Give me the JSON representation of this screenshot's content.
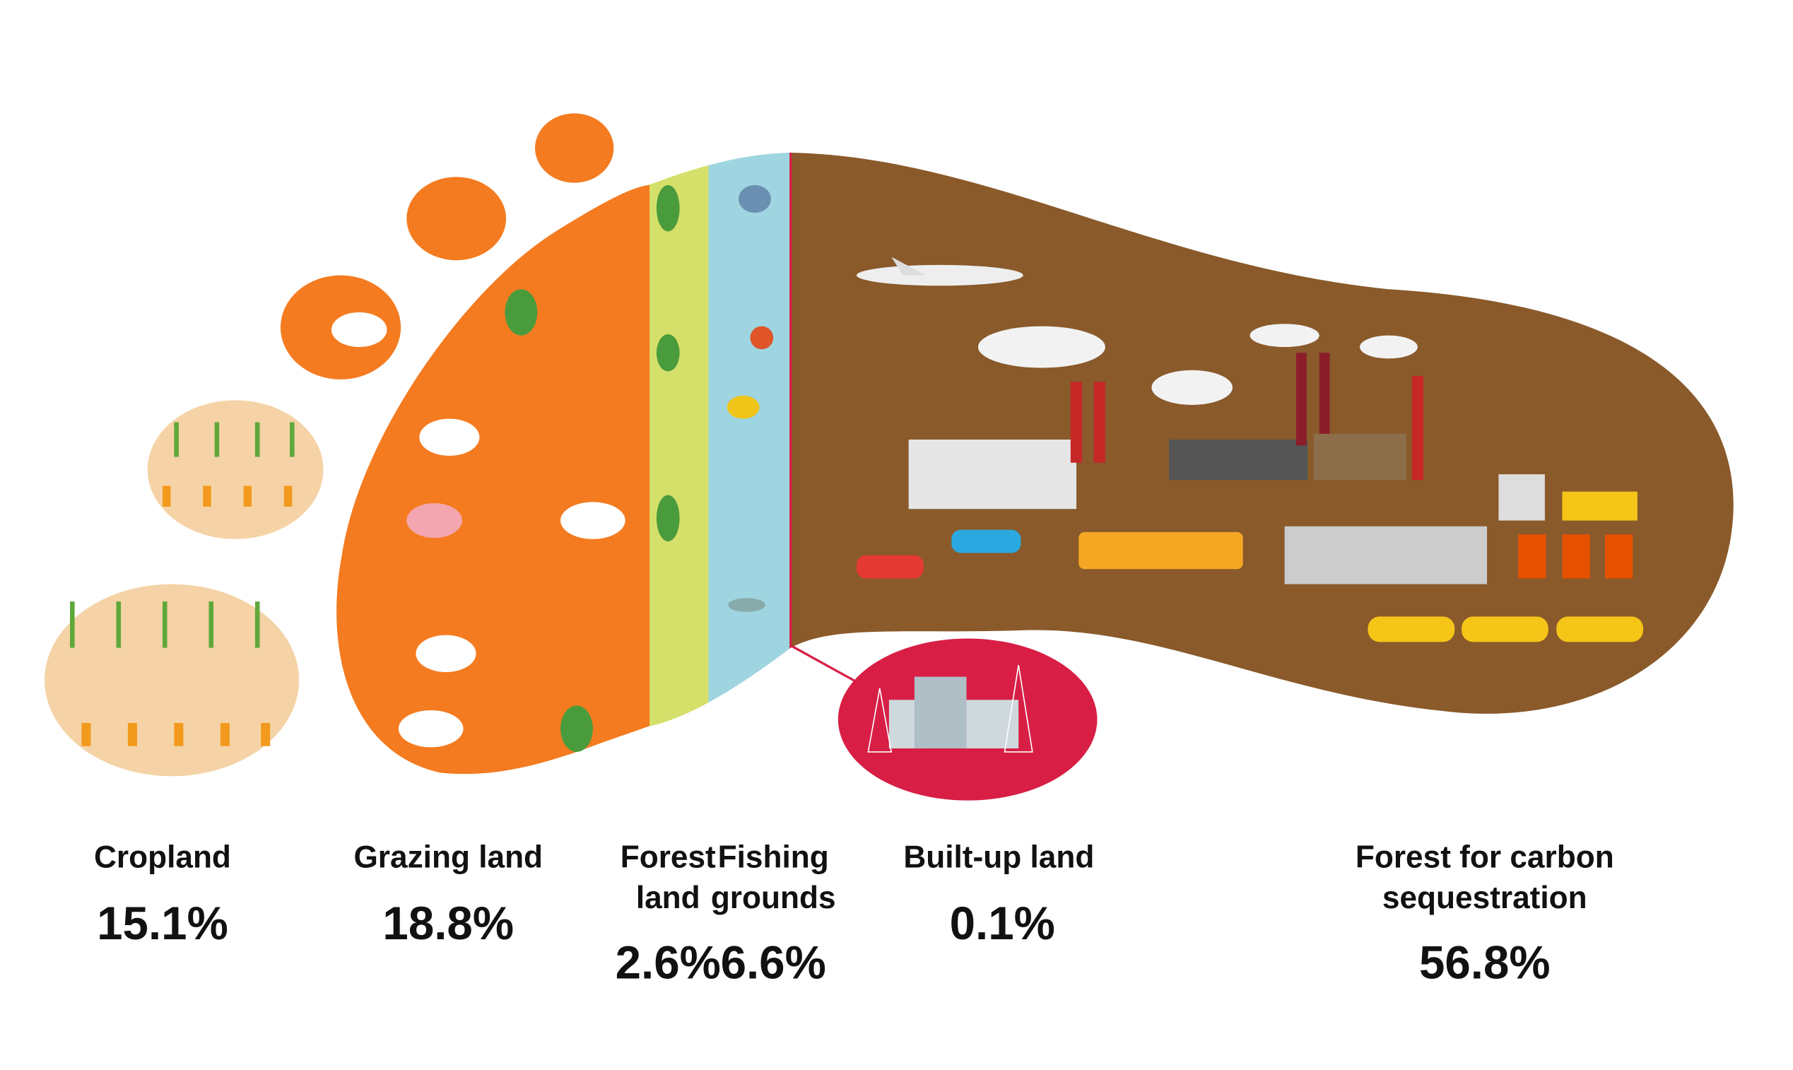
{
  "categories": [
    {
      "id": "cropland",
      "label_lines": [
        "Cropland"
      ],
      "value": "15.1%",
      "color": "#f5d3a6"
    },
    {
      "id": "grazing",
      "label_lines": [
        "Grazing land"
      ],
      "value": "18.8%",
      "color": "#f47b20"
    },
    {
      "id": "forest",
      "label_lines": [
        "Forest",
        "land"
      ],
      "value": "2.6%",
      "color": "#d4e06a"
    },
    {
      "id": "fishing",
      "label_lines": [
        "Fishing",
        "grounds"
      ],
      "value": "6.6%",
      "color": "#9fd5e0"
    },
    {
      "id": "builtup",
      "label_lines": [
        "Built-up land"
      ],
      "value": "0.1%",
      "color": "#d81e45"
    },
    {
      "id": "carbon",
      "label_lines": [
        "Forest for carbon",
        "sequestration"
      ],
      "value": "56.8%",
      "color": "#8a5a2b"
    }
  ]
}
